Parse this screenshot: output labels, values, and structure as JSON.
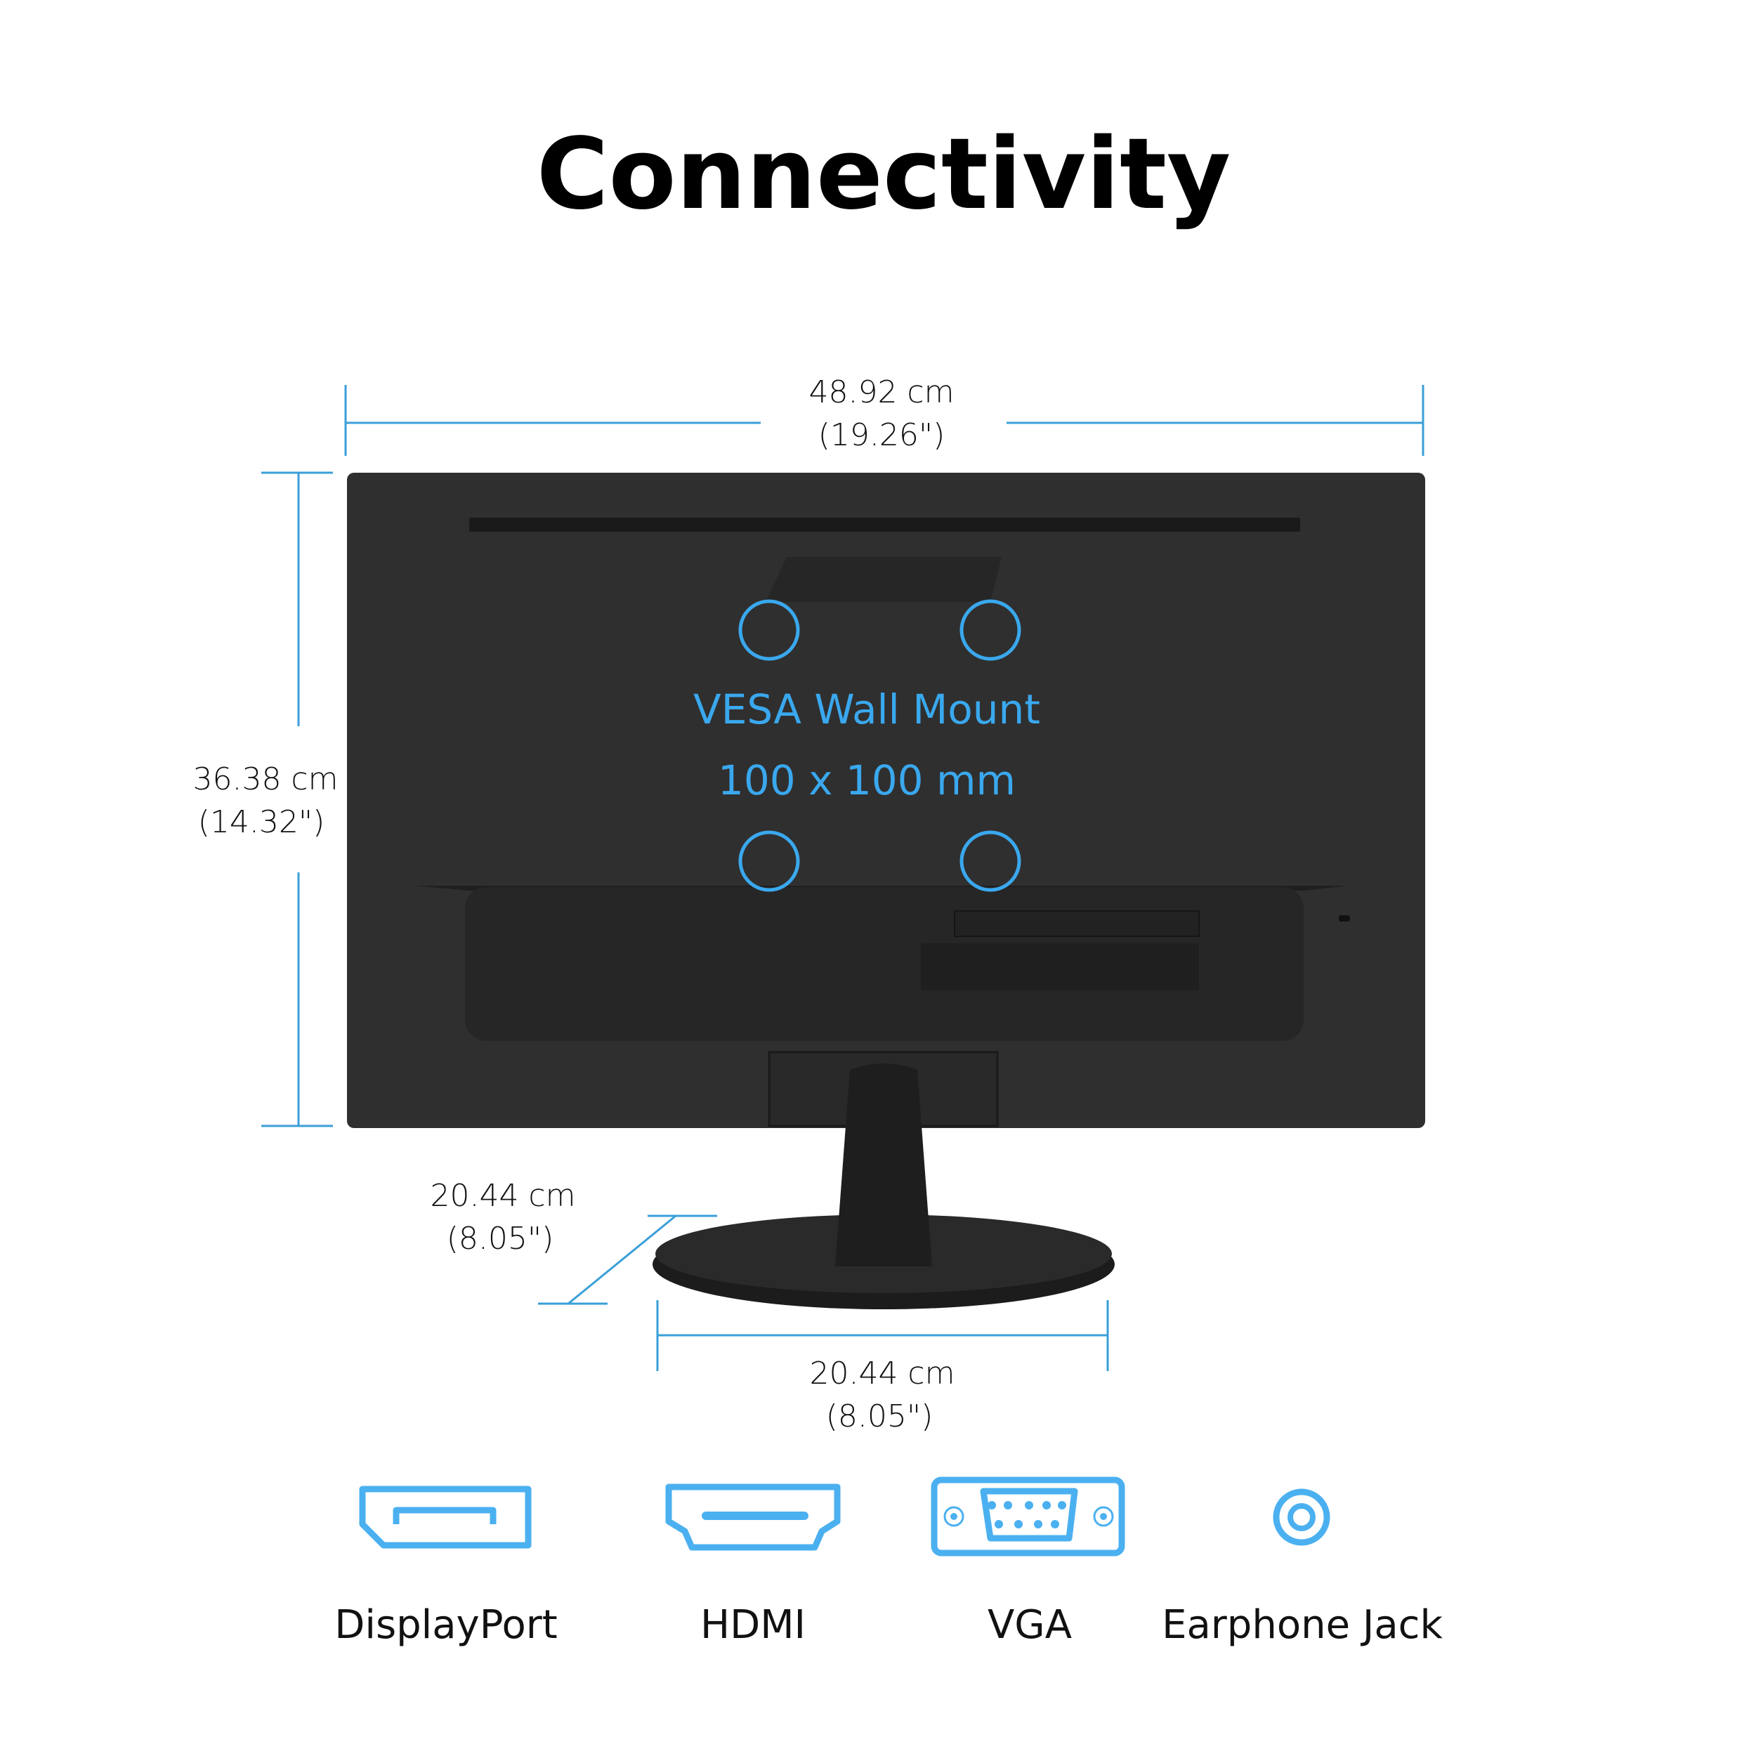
{
  "title": "Connectivity",
  "dimensions": {
    "width": {
      "cm": "48.92 cm",
      "in": "(19.26\")"
    },
    "height": {
      "cm": "36.38 cm",
      "in": "(14.32\")"
    },
    "base_depth": {
      "cm": "20.44 cm",
      "in": "(8.05\")"
    },
    "base_width": {
      "cm": "20.44 cm",
      "in": "(8.05\")"
    }
  },
  "vesa": {
    "line1": "VESA Wall Mount",
    "line2": "100 x 100 mm"
  },
  "ports": [
    {
      "label": "DisplayPort",
      "icon": "displayport-icon"
    },
    {
      "label": "HDMI",
      "icon": "hdmi-icon"
    },
    {
      "label": "VGA",
      "icon": "vga-icon"
    },
    {
      "label": "Earphone Jack",
      "icon": "earphone-jack-icon"
    }
  ],
  "colors": {
    "accent": "#3aa8ee",
    "monitor": "#2f2f2f"
  }
}
